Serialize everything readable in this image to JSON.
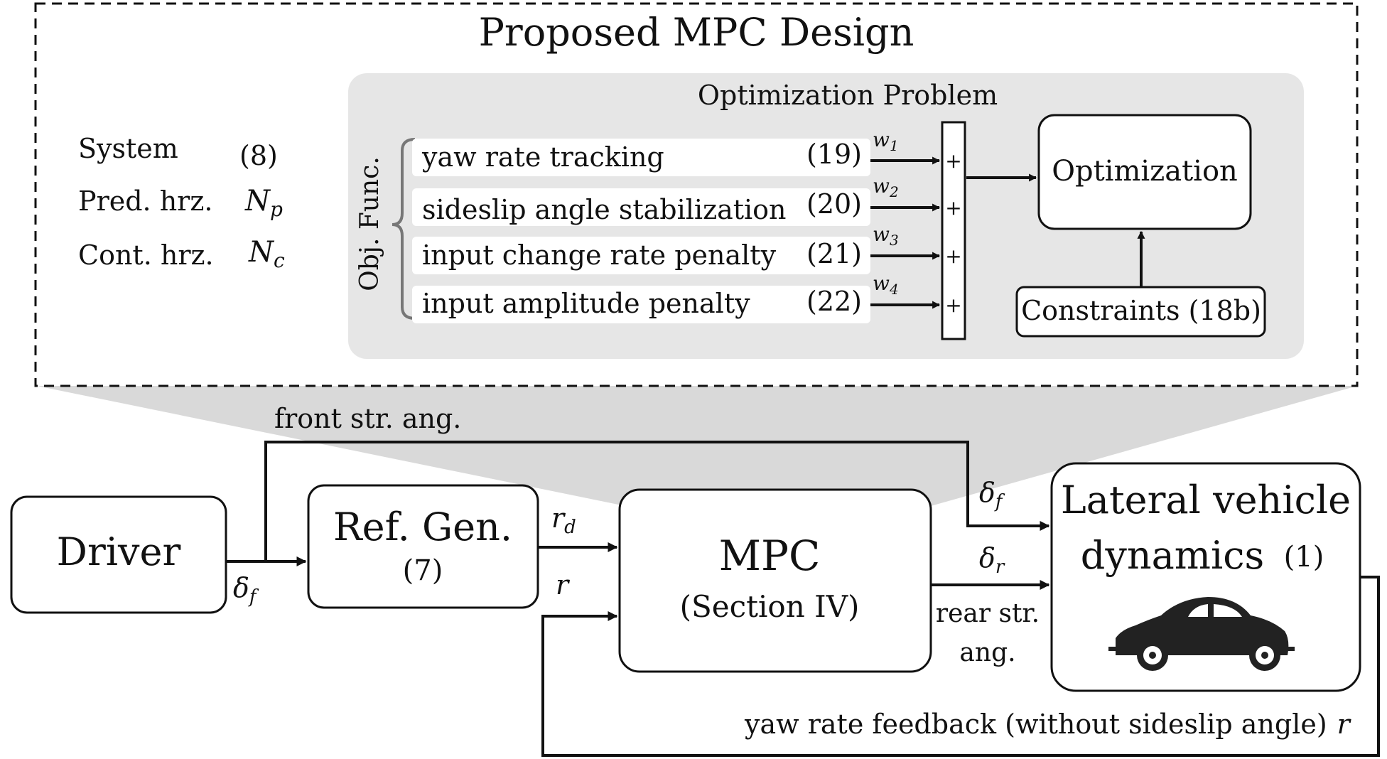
{
  "design": {
    "title": "Proposed MPC Design",
    "params": [
      {
        "label": "System",
        "value": "(8)"
      },
      {
        "label": "Pred. hrz.",
        "value_main": "N",
        "value_sub": "p"
      },
      {
        "label": "Cont. hrz.",
        "value_main": "N",
        "value_sub": "c"
      }
    ]
  },
  "optimization": {
    "title": "Optimization Problem",
    "obj_label": "Obj. Func.",
    "terms": [
      {
        "label": "yaw rate tracking",
        "eq": "(19)",
        "weight_main": "w",
        "weight_sub": "1"
      },
      {
        "label": "sideslip angle stabilization",
        "eq": "(20)",
        "weight_main": "w",
        "weight_sub": "2"
      },
      {
        "label": "input change rate penalty",
        "eq": "(21)",
        "weight_main": "w",
        "weight_sub": "3"
      },
      {
        "label": "input amplitude penalty",
        "eq": "(22)",
        "weight_main": "w",
        "weight_sub": "4"
      }
    ],
    "sum_symbol": "+",
    "opt_label": "Optimization",
    "constraints_label": "Constraints (18b)"
  },
  "blocks": {
    "driver": "Driver",
    "ref_gen": {
      "title": "Ref. Gen.",
      "eq": "(7)"
    },
    "mpc": {
      "title": "MPC",
      "subtitle": "(Section IV)"
    },
    "vehicle": {
      "line1": "Lateral vehicle",
      "line2": "dynamics",
      "eq": "(1)"
    }
  },
  "signals": {
    "front_str": "front str. ang.",
    "delta": "δ",
    "sub_f": "f",
    "sub_r": "r",
    "sub_d": "d",
    "r": "r",
    "rear_str_1": "rear str.",
    "rear_str_2": "ang.",
    "feedback": "yaw rate feedback (without sideslip angle)"
  },
  "colors": {
    "panel_gray": "#e6e6e6",
    "wedge_gray": "#d8d8d8",
    "line": "#111111",
    "car": "#222222"
  },
  "icons": [
    "car-icon"
  ]
}
